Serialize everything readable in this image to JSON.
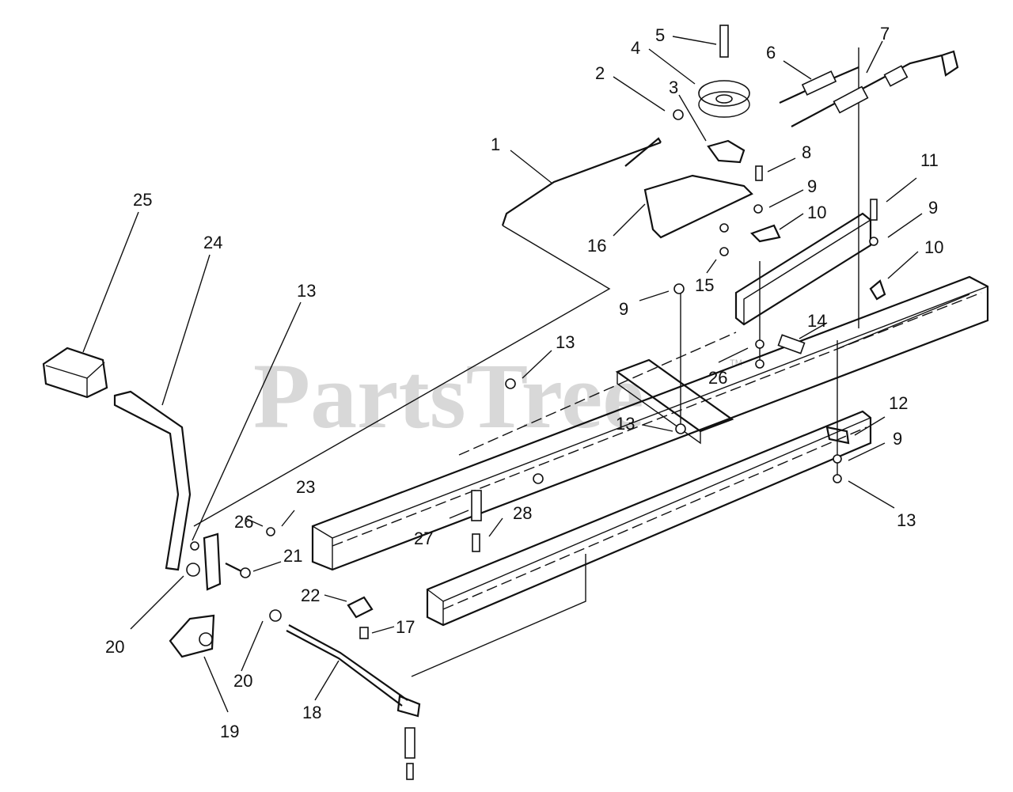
{
  "watermark": {
    "text": "PartsTree",
    "tm": "TM"
  },
  "callouts": [
    {
      "id": "c1",
      "text": "1"
    },
    {
      "id": "c2",
      "text": "2"
    },
    {
      "id": "c3",
      "text": "3"
    },
    {
      "id": "c4",
      "text": "4"
    },
    {
      "id": "c5",
      "text": "5"
    },
    {
      "id": "c6",
      "text": "6"
    },
    {
      "id": "c7",
      "text": "7"
    },
    {
      "id": "c8",
      "text": "8"
    },
    {
      "id": "c9a",
      "text": "9"
    },
    {
      "id": "c9b",
      "text": "9"
    },
    {
      "id": "c9c",
      "text": "9"
    },
    {
      "id": "c9d",
      "text": "9"
    },
    {
      "id": "c10a",
      "text": "10"
    },
    {
      "id": "c10b",
      "text": "10"
    },
    {
      "id": "c11",
      "text": "11"
    },
    {
      "id": "c12",
      "text": "12"
    },
    {
      "id": "c13a",
      "text": "13"
    },
    {
      "id": "c13b",
      "text": "13"
    },
    {
      "id": "c13c",
      "text": "13"
    },
    {
      "id": "c13d",
      "text": "13"
    },
    {
      "id": "c14",
      "text": "14"
    },
    {
      "id": "c15",
      "text": "15"
    },
    {
      "id": "c16",
      "text": "16"
    },
    {
      "id": "c17",
      "text": "17"
    },
    {
      "id": "c18",
      "text": "18"
    },
    {
      "id": "c19",
      "text": "19"
    },
    {
      "id": "c20a",
      "text": "20"
    },
    {
      "id": "c20b",
      "text": "20"
    },
    {
      "id": "c21",
      "text": "21"
    },
    {
      "id": "c22",
      "text": "22"
    },
    {
      "id": "c23",
      "text": "23"
    },
    {
      "id": "c24",
      "text": "24"
    },
    {
      "id": "c25",
      "text": "25"
    },
    {
      "id": "c26a",
      "text": "26"
    },
    {
      "id": "c26b",
      "text": "26"
    },
    {
      "id": "c27",
      "text": "27"
    },
    {
      "id": "c28",
      "text": "28"
    }
  ]
}
